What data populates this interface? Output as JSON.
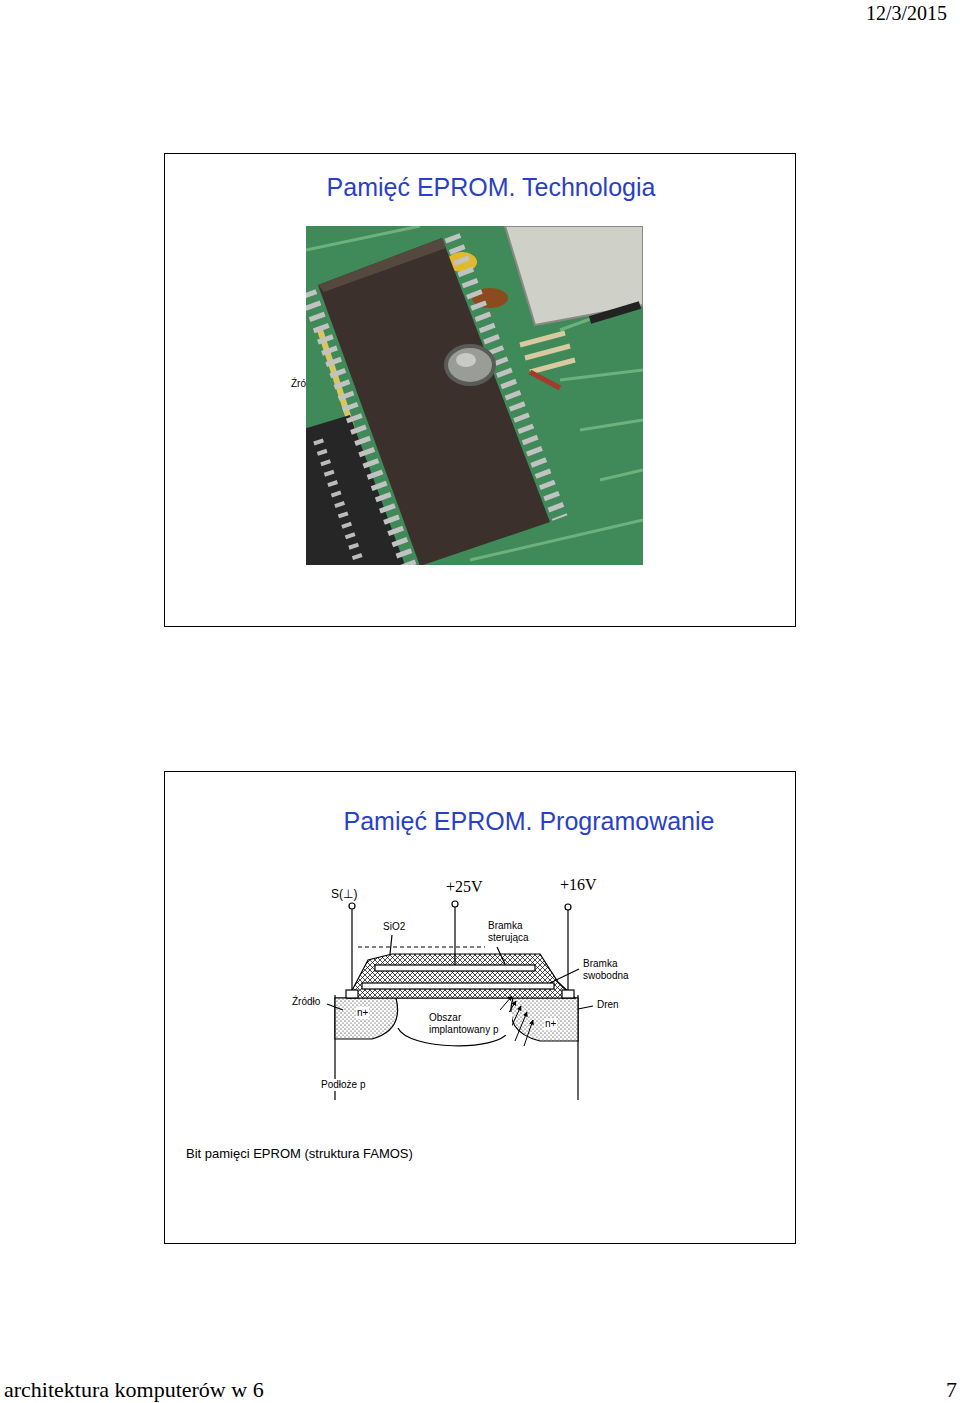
{
  "diagram": {
    "nodes": [
      {
        "text": [
          "Pamięć EPROM. Technologia"
        ]
      },
      {
        "text": [
          "Pamięć EPROM. Programowanie",
          "Bit pamięci EPROM (struktura FAMOS)"
        ]
      }
    ],
    "labels": [
      "12/3/2015",
      "Źró",
      "S(⊥)",
      "+25V",
      "+16V",
      "SiO2",
      "Bramka sterująca",
      "Bramka swobodna",
      "Źródło",
      "Dren",
      "n+",
      "Obszar implantowany p",
      "n+",
      "Podłoże p",
      "architektura komputerów w 6",
      "7"
    ]
  }
}
